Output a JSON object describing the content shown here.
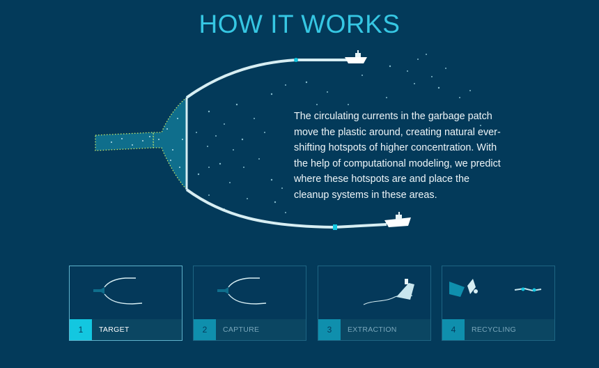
{
  "header": {
    "title": "HOW IT WORKS"
  },
  "description": "The circulating currents in the garbage patch move the plastic around, creating natural ever-shifting hotspots of higher concentration. With the help of computational modeling, we predict where these hotspots are and place the cleanup systems in these areas.",
  "steps": [
    {
      "number": "1",
      "label": "TARGET",
      "active": true,
      "icon": "target-thumb-icon"
    },
    {
      "number": "2",
      "label": "CAPTURE",
      "active": false,
      "icon": "capture-thumb-icon"
    },
    {
      "number": "3",
      "label": "EXTRACTION",
      "active": false,
      "icon": "extraction-thumb-icon"
    },
    {
      "number": "4",
      "label": "RECYCLING",
      "active": false,
      "icon": "recycling-thumb-icon"
    }
  ],
  "colors": {
    "background": "#033a5a",
    "accent": "#36c7e3",
    "active_number": "#13c7e0",
    "barrier": "#d7eef3"
  }
}
